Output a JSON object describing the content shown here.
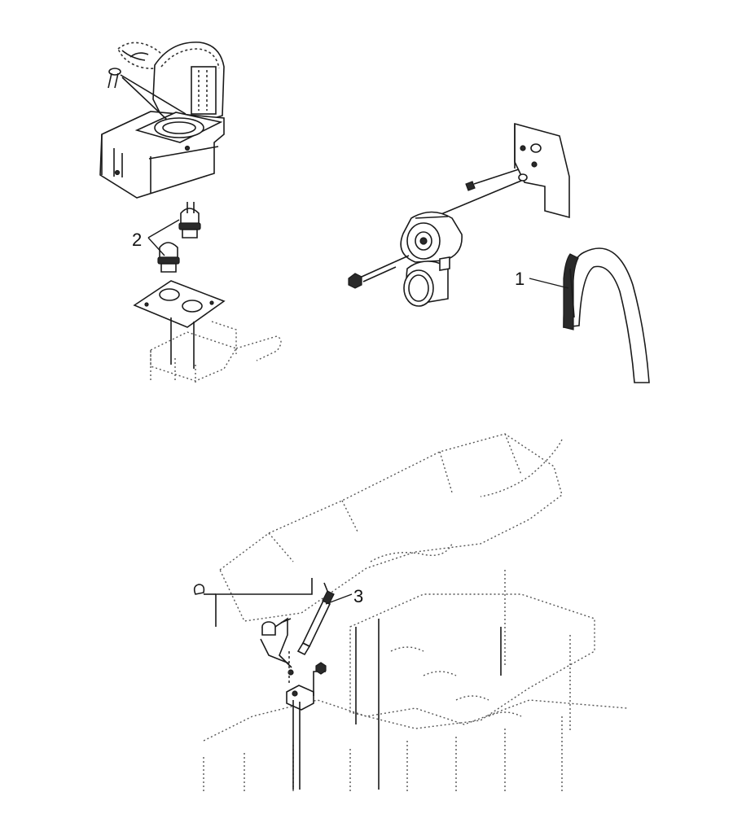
{
  "callouts": {
    "belt": "1",
    "thermostat": "2",
    "glow_plug": "3"
  }
}
